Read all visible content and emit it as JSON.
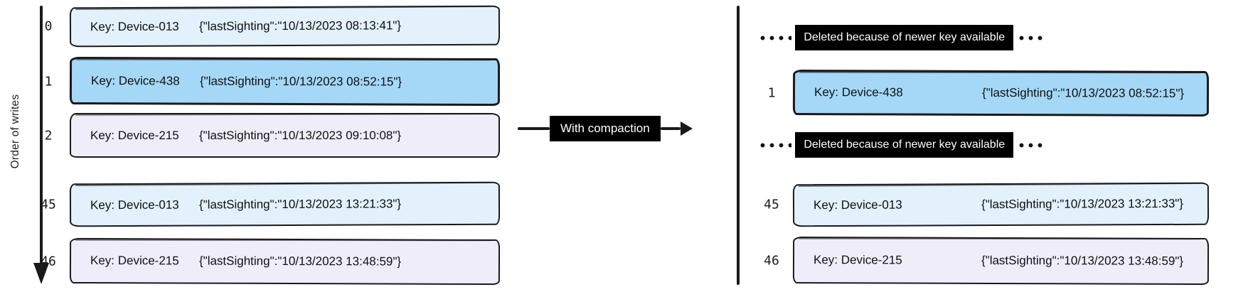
{
  "colors": {
    "light_blue": "#e2f1fb",
    "blue": "#a5d8f7",
    "lavender": "#f0edfb",
    "ink": "#1a1a1a",
    "label_bg": "#000000",
    "label_fg": "#ffffff"
  },
  "axis": {
    "label": "Order of writes"
  },
  "transform_arrow": {
    "label": "With compaction"
  },
  "left_log": {
    "rows": [
      {
        "type": "record",
        "index": "0",
        "key": "Key: Device-013",
        "value": "{\"lastSighting\":\"10/13/2023 08:13:41\"}",
        "variant": "light_blue"
      },
      {
        "type": "record",
        "index": "1",
        "key": "Key: Device-438",
        "value": "{\"lastSighting\":\"10/13/2023 08:52:15\"}",
        "variant": "blue"
      },
      {
        "type": "record",
        "index": "2",
        "key": "Key: Device-215",
        "value": "{\"lastSighting\":\"10/13/2023 09:10:08\"}",
        "variant": "lavender"
      },
      {
        "type": "record",
        "index": "45",
        "key": "Key: Device-013",
        "value": "{\"lastSighting\":\"10/13/2023 13:21:33\"}",
        "variant": "light_blue"
      },
      {
        "type": "record",
        "index": "46",
        "key": "Key: Device-215",
        "value": "{\"lastSighting\":\"10/13/2023 13:48:59\"}",
        "variant": "lavender"
      }
    ]
  },
  "right_log": {
    "rows": [
      {
        "type": "deleted",
        "label": "Deleted because of newer key available"
      },
      {
        "type": "record",
        "index": "1",
        "key": "Key: Device-438",
        "value": "{\"lastSighting\":\"10/13/2023 08:52:15\"}",
        "variant": "blue"
      },
      {
        "type": "deleted",
        "label": "Deleted because of newer key available"
      },
      {
        "type": "record",
        "index": "45",
        "key": "Key: Device-013",
        "value": "{\"lastSighting\":\"10/13/2023 13:21:33\"}",
        "variant": "light_blue"
      },
      {
        "type": "record",
        "index": "46",
        "key": "Key: Device-215",
        "value": "{\"lastSighting\":\"10/13/2023 13:48:59\"}",
        "variant": "lavender"
      }
    ]
  }
}
